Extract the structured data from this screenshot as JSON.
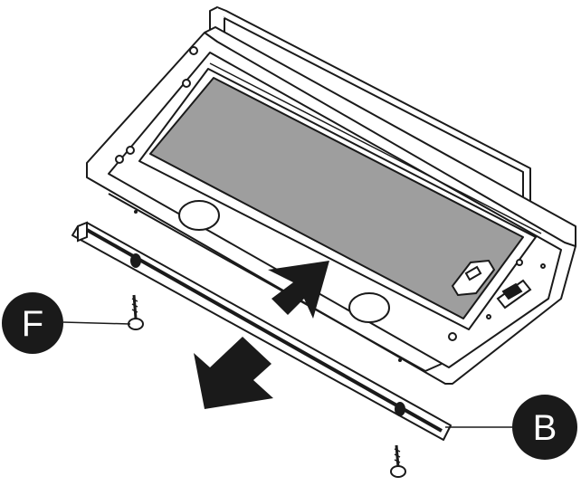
{
  "callouts": [
    {
      "id": "F",
      "label": "F"
    },
    {
      "id": "B",
      "label": "B"
    }
  ],
  "colors": {
    "line": "#1a1a1a",
    "filter_mesh": "#9e9e9e",
    "callout_fill": "#1a1a1a",
    "callout_text": "#ffffff",
    "background": "#ffffff"
  },
  "icons": [
    "arrow-up-icon",
    "arrow-down-icon",
    "screw-icon"
  ]
}
